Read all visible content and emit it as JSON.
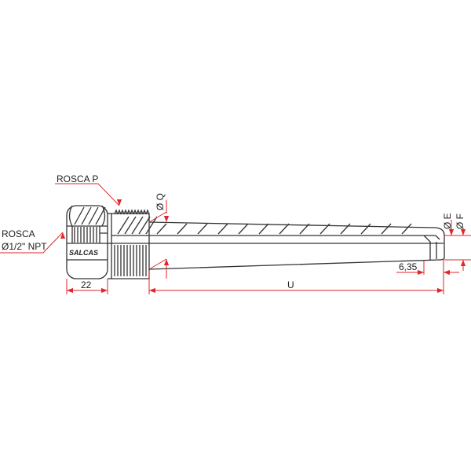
{
  "labels": {
    "rosca_p": "ROSCA P",
    "rosca_npt_line1": "ROSCA",
    "rosca_npt_line2": "Ø1/2\" NPT",
    "dia_q": "Ø Q",
    "dia_e": "Ø E",
    "dia_f": "Ø F",
    "dim_22": "22",
    "dim_u": "U",
    "dim_635": "6,35"
  },
  "logo": "SALCAS",
  "colors": {
    "dimension": "#e0262b",
    "outline": "#333333"
  }
}
